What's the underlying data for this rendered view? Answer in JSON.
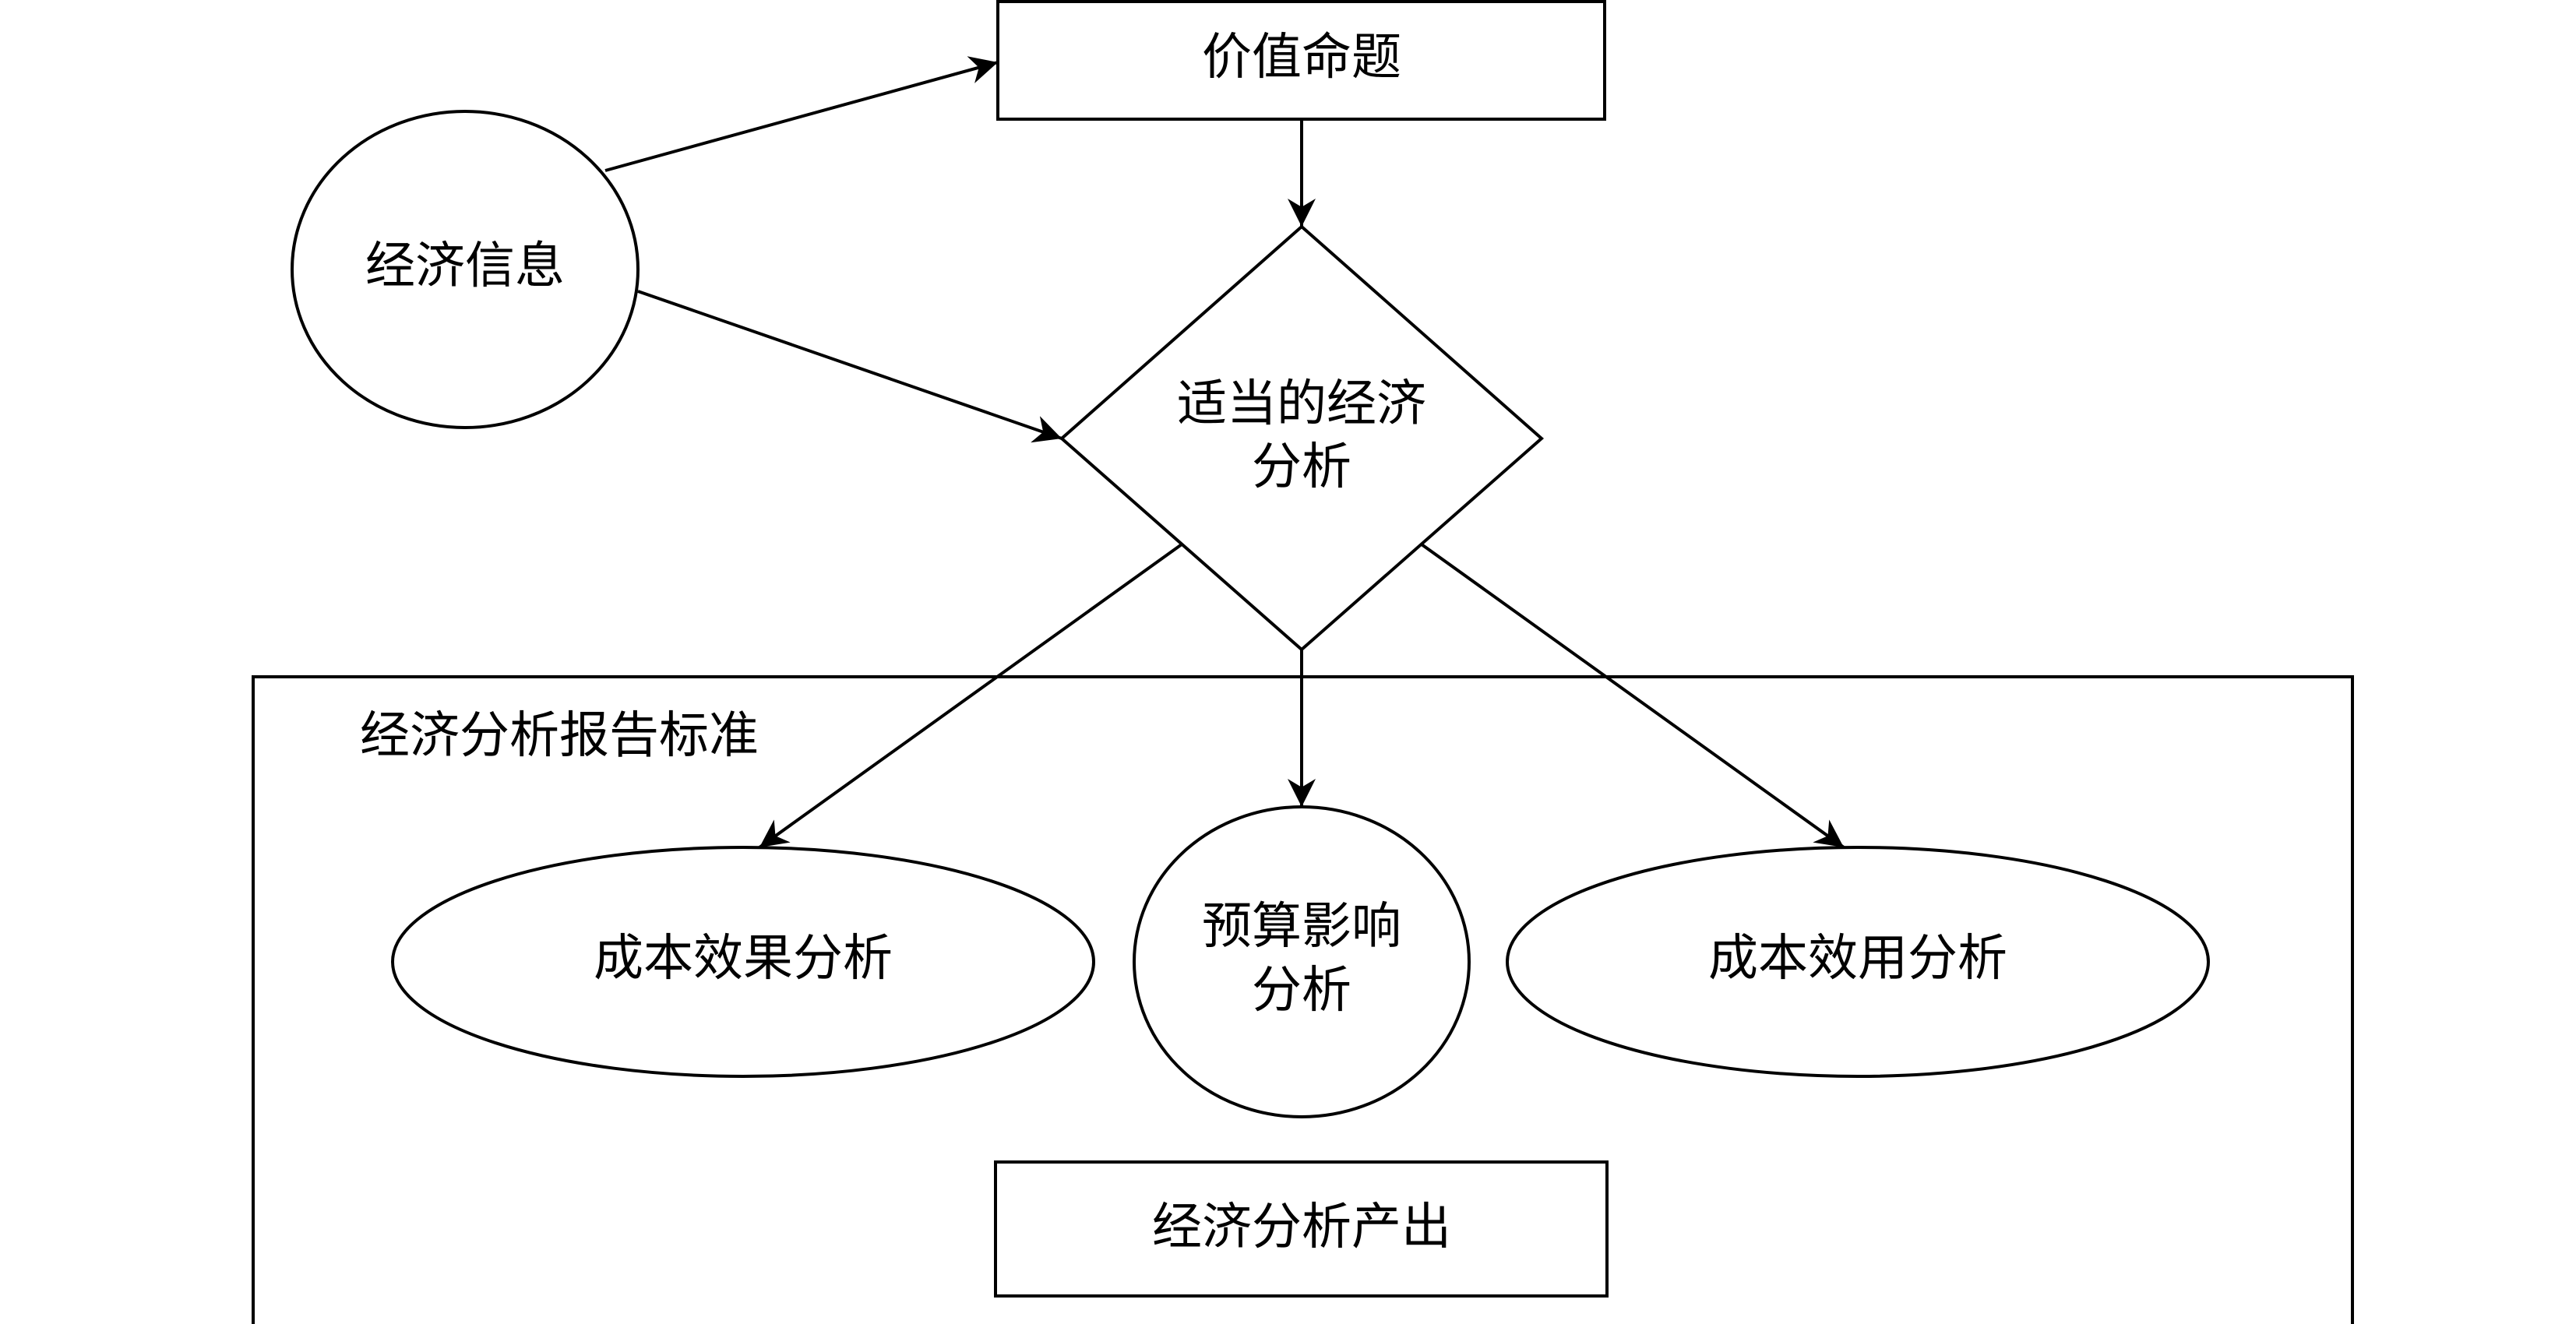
{
  "nodes": {
    "value_proposition": "价值命题",
    "economic_info": "经济信息",
    "appropriate_analysis": [
      "适当的经济",
      "分析"
    ],
    "reporting_standards": "经济分析报告标准",
    "cost_effectiveness": "成本效果分析",
    "budget_impact": [
      "预算影响",
      "分析"
    ],
    "cost_utility": "成本效用分析",
    "analysis_output": "经济分析产出"
  },
  "edges": [
    {
      "from": "economic_info",
      "to": "value_proposition"
    },
    {
      "from": "economic_info",
      "to": "appropriate_analysis"
    },
    {
      "from": "value_proposition",
      "to": "appropriate_analysis"
    },
    {
      "from": "appropriate_analysis",
      "to": "cost_effectiveness"
    },
    {
      "from": "appropriate_analysis",
      "to": "budget_impact"
    },
    {
      "from": "appropriate_analysis",
      "to": "cost_utility"
    }
  ]
}
